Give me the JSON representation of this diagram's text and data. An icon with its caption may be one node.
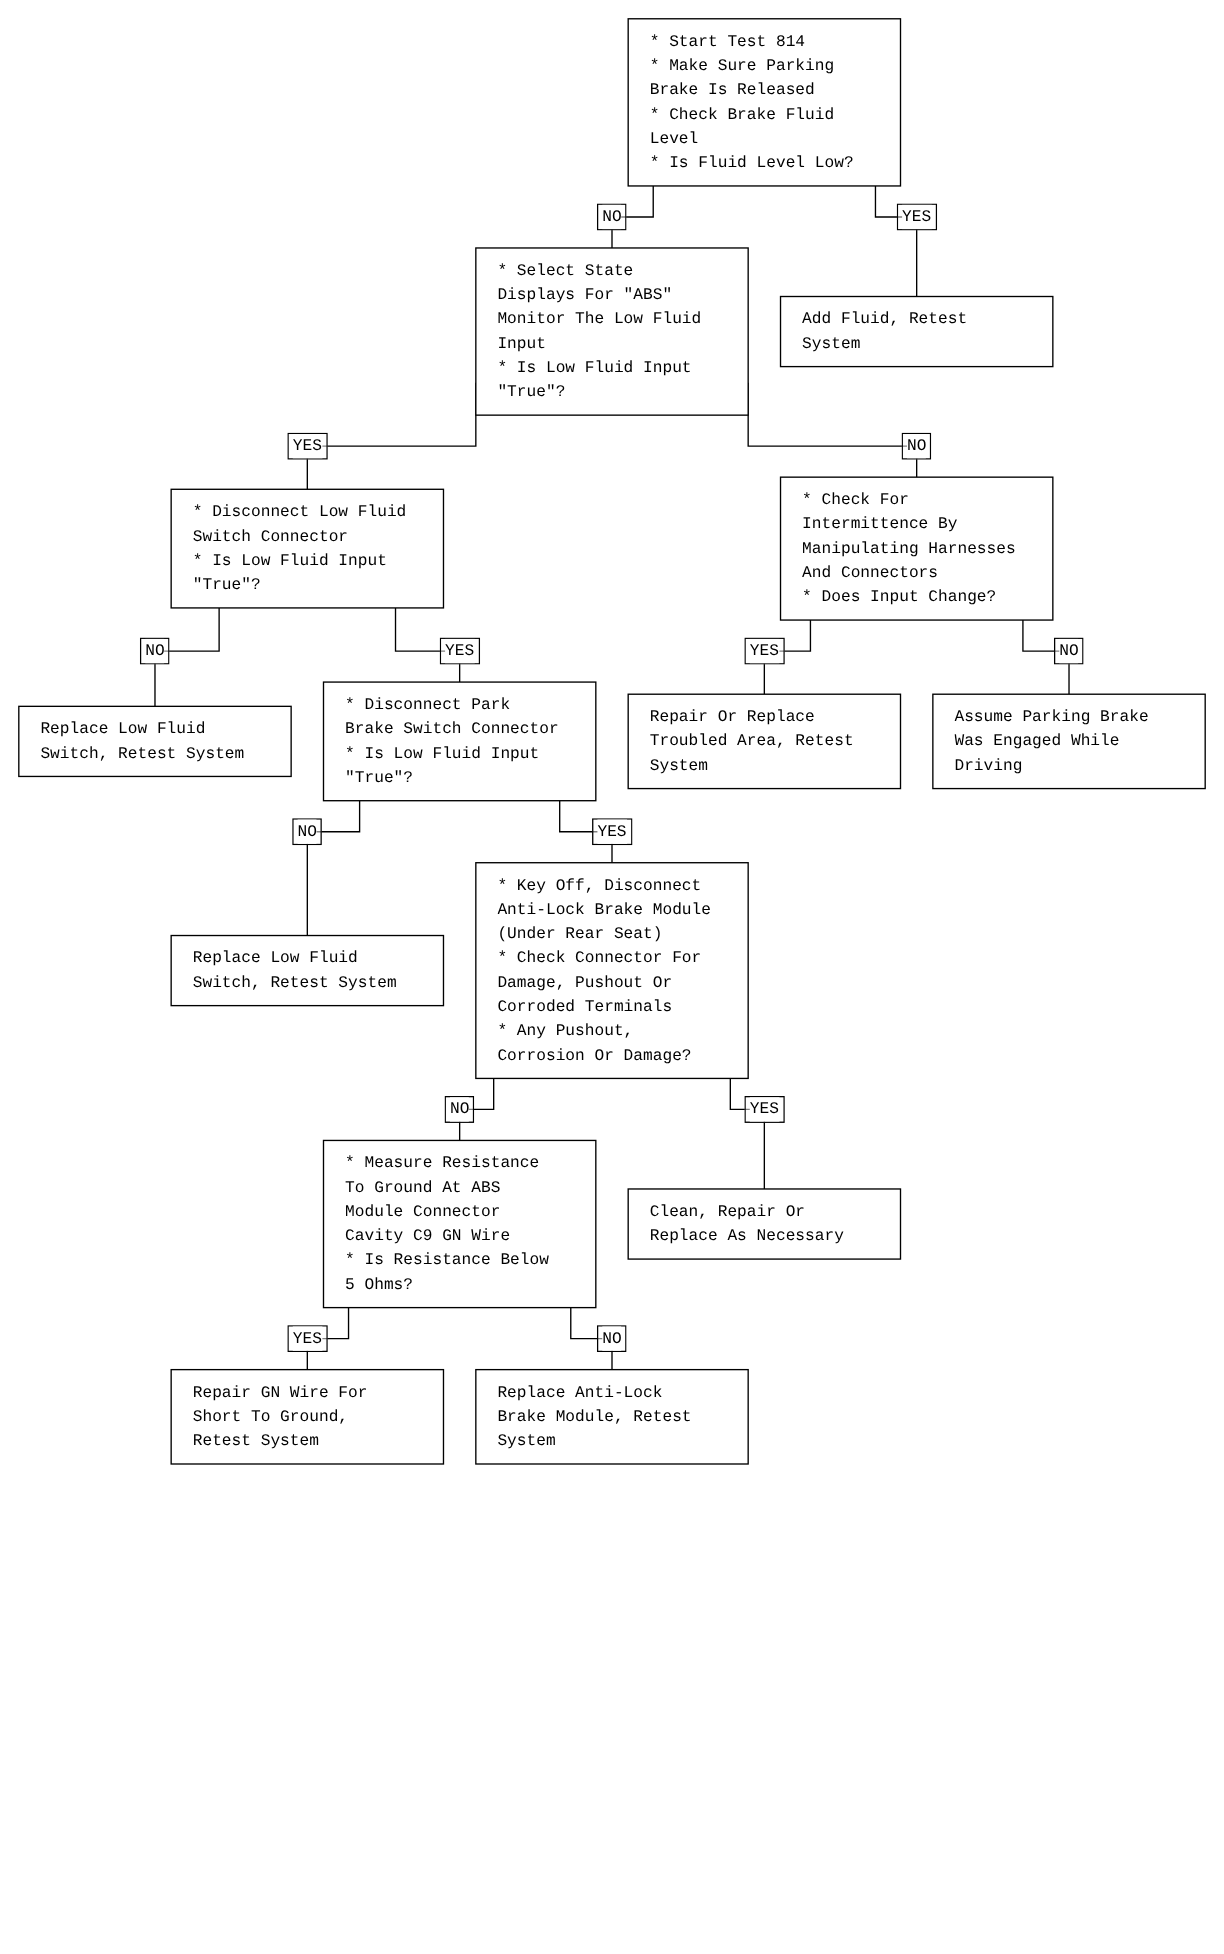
{
  "diagram": {
    "nodes": [
      {
        "text": [
          "* Start Test 814",
          "* Make Sure Parking Brake Is Released",
          "* Check Brake Fluid Level",
          "* Is Fluid Level Low?"
        ]
      },
      {
        "text": [
          "* Select State Displays For \"ABS\" Monitor The Low Fluid Input",
          "* Is Low Fluid Input \"True\"?"
        ]
      },
      {
        "text": [
          "Add Fluid, Retest System"
        ]
      },
      {
        "text": [
          "* Disconnect Low Fluid Switch Connector",
          "* Is Low Fluid Input \"True\"?"
        ]
      },
      {
        "text": [
          "* Check For Intermittence By Manipulating Harnesses And Connectors",
          "* Does Input Change?"
        ]
      },
      {
        "text": [
          "Replace Low Fluid Switch, Retest System"
        ]
      },
      {
        "text": [
          "Repair Or Replace Troubled Area, Retest System"
        ]
      },
      {
        "text": [
          "* Disconnect Park Brake Switch Connector",
          "* Is Low Fluid Input \"True\"?"
        ]
      },
      {
        "text": [
          "Assume Parking Brake Was Engaged While Driving"
        ]
      },
      {
        "text": [
          "Replace Low Fluid Switch, Retest System"
        ]
      },
      {
        "text": [
          "* Key Off, Disconnect Anti-Lock Brake Module (Under Rear Seat)",
          "* Check Connector For Damage, Pushout Or Corroded Terminals",
          "* Any Pushout, Corrosion Or Damage?"
        ]
      },
      {
        "text": [
          "* Measure Resistance To Ground At ABS Module Connector Cavity C9 GN Wire",
          "* Is Resistance Below 5 Ohms?"
        ]
      },
      {
        "text": [
          "Clean, Repair Or Replace As Necessary"
        ]
      },
      {
        "text": [
          "Repair GN Wire For Short To Ground, Retest System"
        ]
      },
      {
        "text": [
          "Replace Anti-Lock Brake Module, Retest System"
        ]
      }
    ],
    "edges": [
      {
        "from": 0,
        "to": 1,
        "arrow": "none",
        "label": "NO"
      },
      {
        "from": 0,
        "to": 2,
        "arrow": "none",
        "label": "YES"
      },
      {
        "from": 1,
        "to": 3,
        "arrow": "none",
        "label": "YES"
      },
      {
        "from": 1,
        "to": 4,
        "arrow": "none",
        "label": "NO"
      },
      {
        "from": 3,
        "to": 5,
        "arrow": "none",
        "label": "NO"
      },
      {
        "from": 3,
        "to": 7,
        "arrow": "none",
        "label": "YES"
      },
      {
        "from": 4,
        "to": 6,
        "arrow": "none",
        "label": "YES"
      },
      {
        "from": 4,
        "to": 8,
        "arrow": "none",
        "label": "NO"
      },
      {
        "from": 7,
        "to": 9,
        "arrow": "none",
        "label": "NO"
      },
      {
        "from": 7,
        "to": 10,
        "arrow": "none",
        "label": "YES"
      },
      {
        "from": 10,
        "to": 11,
        "arrow": "none",
        "label": "NO"
      },
      {
        "from": 10,
        "to": 12,
        "arrow": "none",
        "label": "YES"
      },
      {
        "from": 11,
        "to": 13,
        "arrow": "none",
        "label": "YES"
      },
      {
        "from": 11,
        "to": 14,
        "arrow": "none",
        "label": "NO"
      }
    ]
  }
}
